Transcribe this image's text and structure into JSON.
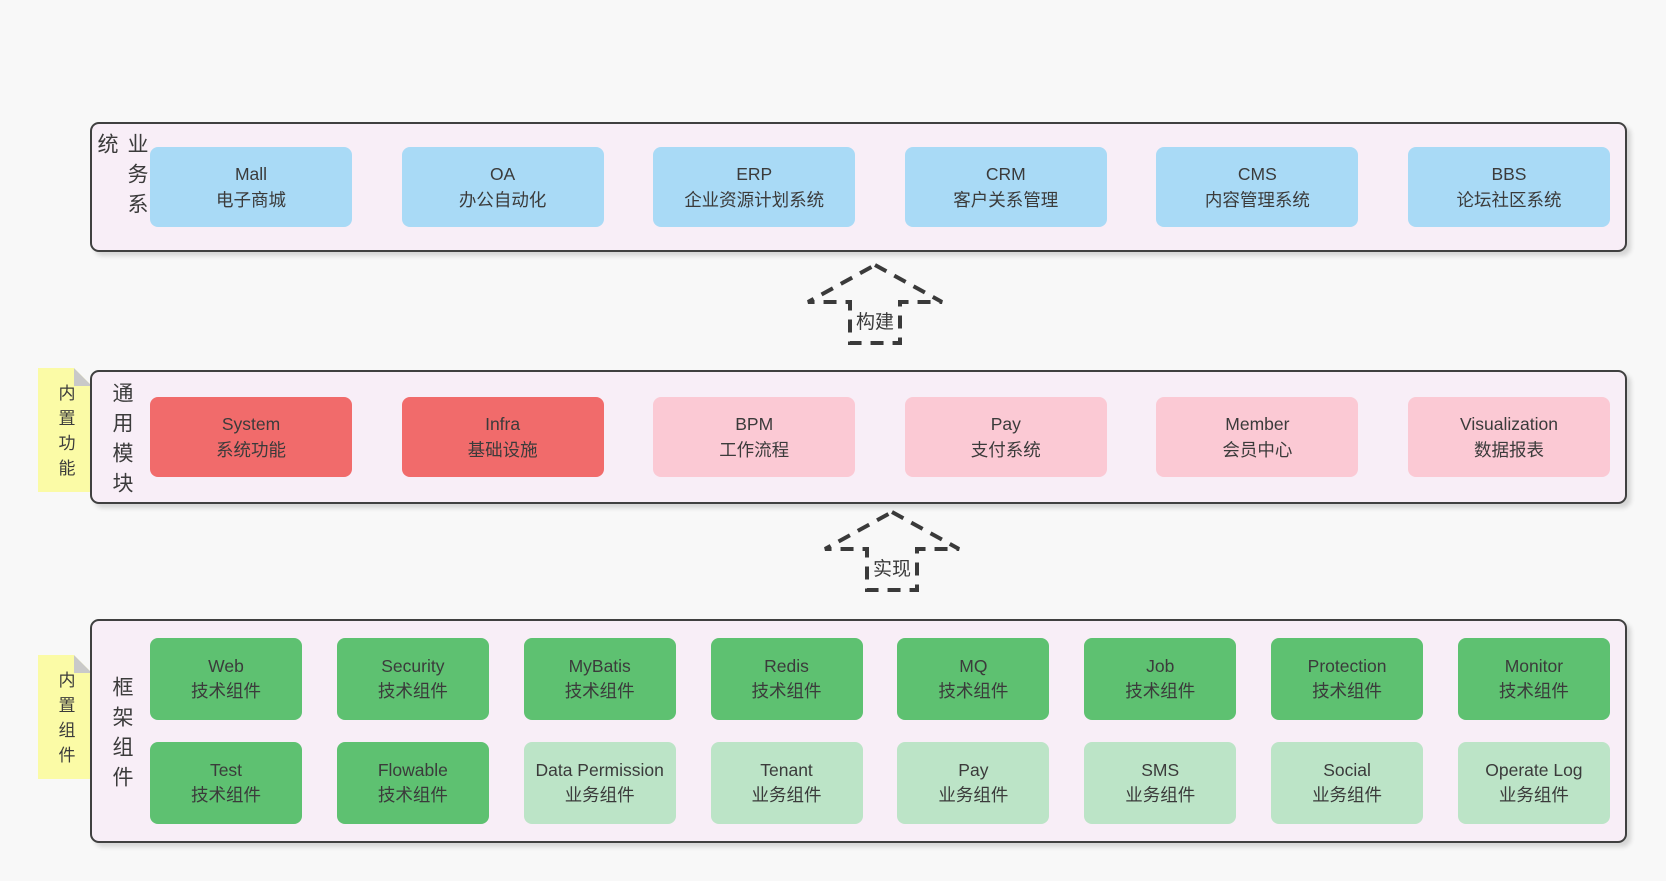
{
  "colors": {
    "page_bg": "#f8f8f8",
    "panel_bg": "#f8eef7",
    "border": "#404040",
    "text": "#3b3b3b",
    "blue": "#a9daf6",
    "red": "#f16b6b",
    "pink": "#fbc9d4",
    "green_dark": "#5ec171",
    "green_light": "#bce4c7",
    "yellow": "#fbfba6",
    "fold": "#c9c9c9"
  },
  "arrows": [
    {
      "label": "构建"
    },
    {
      "label": "实现"
    }
  ],
  "sections": [
    {
      "label": "业务系统",
      "rows": [
        [
          {
            "name": "Mall",
            "desc": "电子商城",
            "variant": "blue"
          },
          {
            "name": "OA",
            "desc": "办公自动化",
            "variant": "blue"
          },
          {
            "name": "ERP",
            "desc": "企业资源计划系统",
            "variant": "blue"
          },
          {
            "name": "CRM",
            "desc": "客户关系管理",
            "variant": "blue"
          },
          {
            "name": "CMS",
            "desc": "内容管理系统",
            "variant": "blue"
          },
          {
            "name": "BBS",
            "desc": "论坛社区系统",
            "variant": "blue"
          }
        ]
      ]
    },
    {
      "label": "通用模块",
      "tag": "内置功能",
      "rows": [
        [
          {
            "name": "System",
            "desc": "系统功能",
            "variant": "red"
          },
          {
            "name": "Infra",
            "desc": "基础设施",
            "variant": "red"
          },
          {
            "name": "BPM",
            "desc": "工作流程",
            "variant": "pink"
          },
          {
            "name": "Pay",
            "desc": "支付系统",
            "variant": "pink"
          },
          {
            "name": "Member",
            "desc": "会员中心",
            "variant": "pink"
          },
          {
            "name": "Visualization",
            "desc": "数据报表",
            "variant": "pink"
          }
        ]
      ]
    },
    {
      "label": "框架组件",
      "tag": "内置组件",
      "rows": [
        [
          {
            "name": "Web",
            "desc": "技术组件",
            "variant": "green-dark"
          },
          {
            "name": "Security",
            "desc": "技术组件",
            "variant": "green-dark"
          },
          {
            "name": "MyBatis",
            "desc": "技术组件",
            "variant": "green-dark"
          },
          {
            "name": "Redis",
            "desc": "技术组件",
            "variant": "green-dark"
          },
          {
            "name": "MQ",
            "desc": "技术组件",
            "variant": "green-dark"
          },
          {
            "name": "Job",
            "desc": "技术组件",
            "variant": "green-dark"
          },
          {
            "name": "Protection",
            "desc": "技术组件",
            "variant": "green-dark"
          },
          {
            "name": "Monitor",
            "desc": "技术组件",
            "variant": "green-dark"
          }
        ],
        [
          {
            "name": "Test",
            "desc": "技术组件",
            "variant": "green-dark"
          },
          {
            "name": "Flowable",
            "desc": "技术组件",
            "variant": "green-dark"
          },
          {
            "name": "Data Permission",
            "desc": "业务组件",
            "variant": "green-light"
          },
          {
            "name": "Tenant",
            "desc": "业务组件",
            "variant": "green-light"
          },
          {
            "name": "Pay",
            "desc": "业务组件",
            "variant": "green-light"
          },
          {
            "name": "SMS",
            "desc": "业务组件",
            "variant": "green-light"
          },
          {
            "name": "Social",
            "desc": "业务组件",
            "variant": "green-light"
          },
          {
            "name": "Operate Log",
            "desc": "业务组件",
            "variant": "green-light"
          }
        ]
      ]
    }
  ]
}
